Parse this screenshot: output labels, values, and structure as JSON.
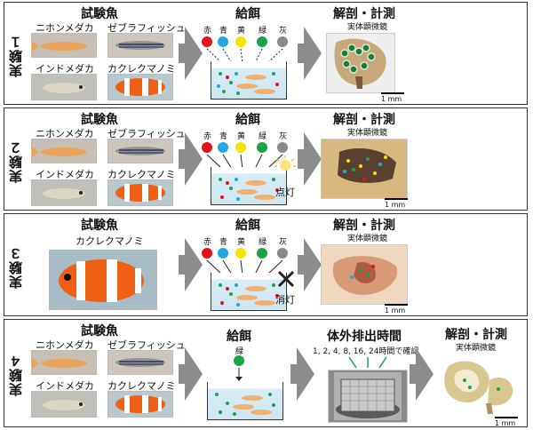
{
  "panels": [
    {
      "label": "実験１"
    },
    {
      "label": "実験２"
    },
    {
      "label": "実験３"
    },
    {
      "label": "実験４"
    }
  ],
  "headers": {
    "fish": "試験魚",
    "feeding": "給餌",
    "dissect": "解剖・計測",
    "excretion": "体外排出時間"
  },
  "sub": {
    "stereo": "実体顕微鏡",
    "excretion_times": "1, 2, 4, 8, 16, 24時間で確認"
  },
  "fish_names": {
    "medaka": "ニホンメダカ",
    "zebrafish": "ゼブラフィッシュ",
    "indian_medaka": "インドメダカ",
    "clownfish": "カクレクマノミ"
  },
  "colors": {
    "labels": [
      "赤",
      "青",
      "黄",
      "緑",
      "灰"
    ],
    "hex": [
      "#e8101a",
      "#1fa8e0",
      "#f5e400",
      "#1aa34a",
      "#8a8a8a"
    ]
  },
  "light": {
    "on": "点灯",
    "off": "消灯"
  },
  "scale": "1 mm"
}
